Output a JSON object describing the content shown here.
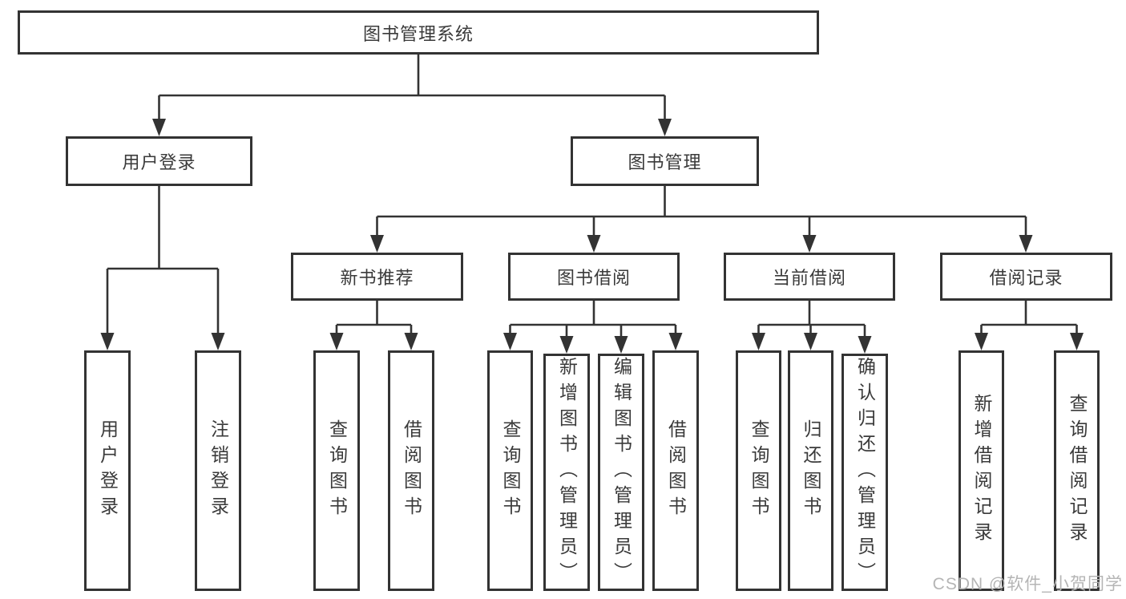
{
  "diagram": {
    "title": "图书管理系统",
    "branches": [
      {
        "label": "用户登录",
        "children": [
          {
            "label": "用户登录"
          },
          {
            "label": "注销登录"
          }
        ]
      },
      {
        "label": "图书管理",
        "children": [
          {
            "label": "新书推荐",
            "children": [
              {
                "label": "查询图书"
              },
              {
                "label": "借阅图书"
              }
            ]
          },
          {
            "label": "图书借阅",
            "children": [
              {
                "label": "查询图书"
              },
              {
                "label": "新增图书（管理员）"
              },
              {
                "label": "编辑图书（管理员）"
              },
              {
                "label": "借阅图书"
              }
            ]
          },
          {
            "label": "当前借阅",
            "children": [
              {
                "label": "查询图书"
              },
              {
                "label": "归还图书"
              },
              {
                "label": "确认归还（管理员）"
              }
            ]
          },
          {
            "label": "借阅记录",
            "children": [
              {
                "label": "新增借阅记录"
              },
              {
                "label": "查询借阅记录"
              }
            ]
          }
        ]
      }
    ]
  },
  "watermark": {
    "text": "CSDN @软件_小贺同学"
  },
  "colors": {
    "line": "#333333",
    "text": "#3a3a3a",
    "background": "#ffffff",
    "watermark": "#b5b5b5"
  }
}
